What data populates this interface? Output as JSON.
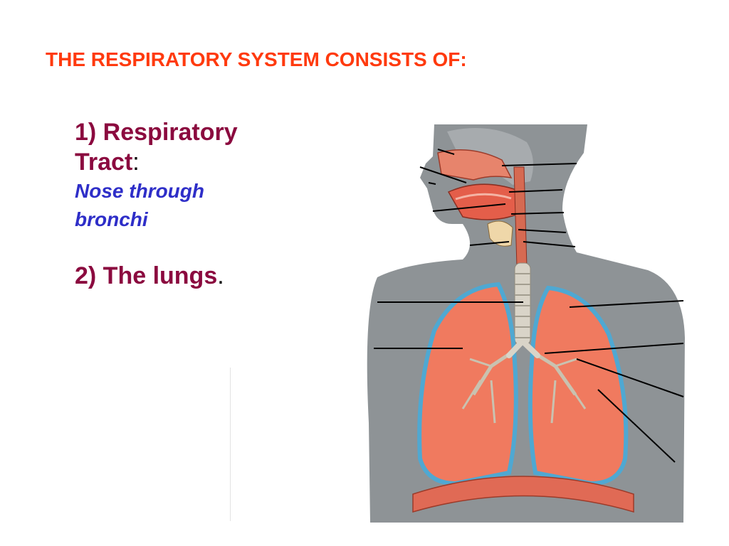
{
  "slide": {
    "title": "THE RESPIRATORY SYSTEM CONSISTS OF:",
    "item1": {
      "heading_line1": "1) Respiratory",
      "heading_line2": "Tract",
      "punct": ":",
      "sub_line1": "Nose through",
      "sub_line2": "bronchi"
    },
    "item2": {
      "heading": "2) The lungs",
      "punct": "."
    }
  },
  "colors": {
    "title": "#ff3a0e",
    "heading": "#8b0a3f",
    "sub": "#2e2ec8",
    "torso": "#8e9396",
    "lung": "#f07a5f",
    "lung_outline": "#4fa8d2",
    "trachea": "#d9d4c8"
  }
}
